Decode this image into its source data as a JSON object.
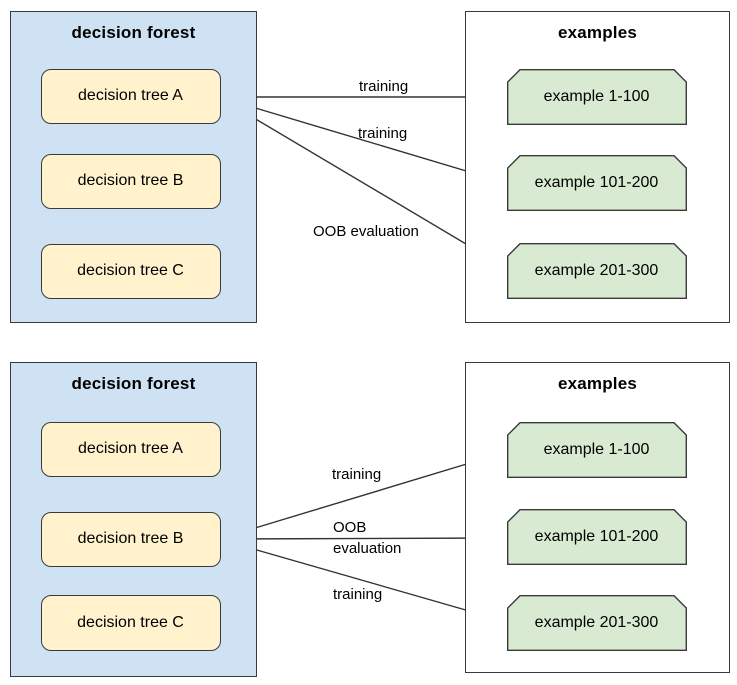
{
  "colors": {
    "forest_fill": "#cfe2f3",
    "tree_fill": "#fff2cc",
    "example_fill": "#d9ead3",
    "stroke": "#3a3a3a",
    "text": "#000000",
    "background": "#ffffff"
  },
  "top_diagram": {
    "forest_title": "decision forest",
    "trees": [
      "decision tree A",
      "decision tree B",
      "decision tree C"
    ],
    "examples_title": "examples",
    "examples": [
      "example 1-100",
      "example 101-200",
      "example 201-300"
    ],
    "arrows": [
      {
        "from": "decision tree A",
        "to": "example 1-100",
        "label_lines": [
          "training"
        ]
      },
      {
        "from": "decision tree A",
        "to": "example 101-200",
        "label_lines": [
          "training"
        ]
      },
      {
        "from": "decision tree A",
        "to": "example 201-300",
        "label_lines": [
          "OOB evaluation"
        ]
      }
    ]
  },
  "bottom_diagram": {
    "forest_title": "decision forest",
    "trees": [
      "decision tree A",
      "decision tree B",
      "decision tree C"
    ],
    "examples_title": "examples",
    "examples": [
      "example 1-100",
      "example 101-200",
      "example 201-300"
    ],
    "arrows": [
      {
        "from": "decision tree B",
        "to": "example 1-100",
        "label_lines": [
          "training"
        ]
      },
      {
        "from": "decision tree B",
        "to": "example 101-200",
        "label_lines": [
          "OOB",
          "evaluation"
        ]
      },
      {
        "from": "decision tree B",
        "to": "example 201-300",
        "label_lines": [
          "training"
        ]
      }
    ]
  }
}
